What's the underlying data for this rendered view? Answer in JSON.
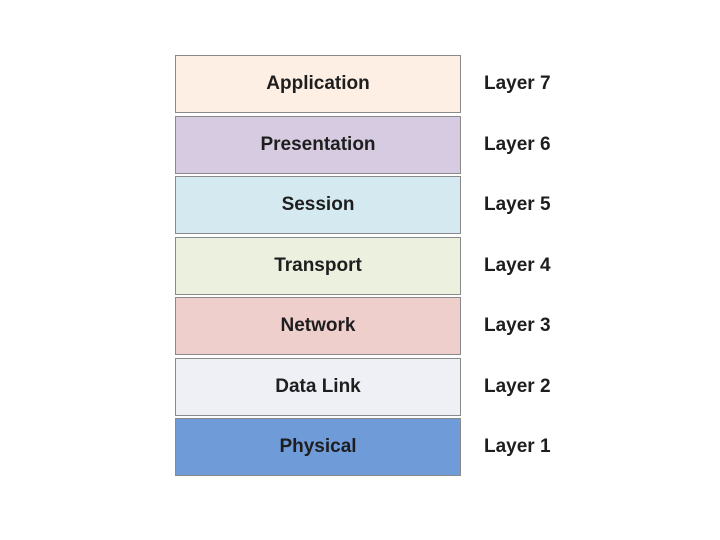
{
  "layers": [
    {
      "name": "Application",
      "label": "Layer 7",
      "color": "#fdefe3"
    },
    {
      "name": "Presentation",
      "label": "Layer 6",
      "color": "#d6cbe1"
    },
    {
      "name": "Session",
      "label": "Layer 5",
      "color": "#d5eaf0"
    },
    {
      "name": "Transport",
      "label": "Layer 4",
      "color": "#ebf0df"
    },
    {
      "name": "Network",
      "label": "Layer 3",
      "color": "#efcfcc"
    },
    {
      "name": "Data Link",
      "label": "Layer 2",
      "color": "#eef0f6"
    },
    {
      "name": "Physical",
      "label": "Layer 1",
      "color": "#6f9bd9"
    }
  ]
}
